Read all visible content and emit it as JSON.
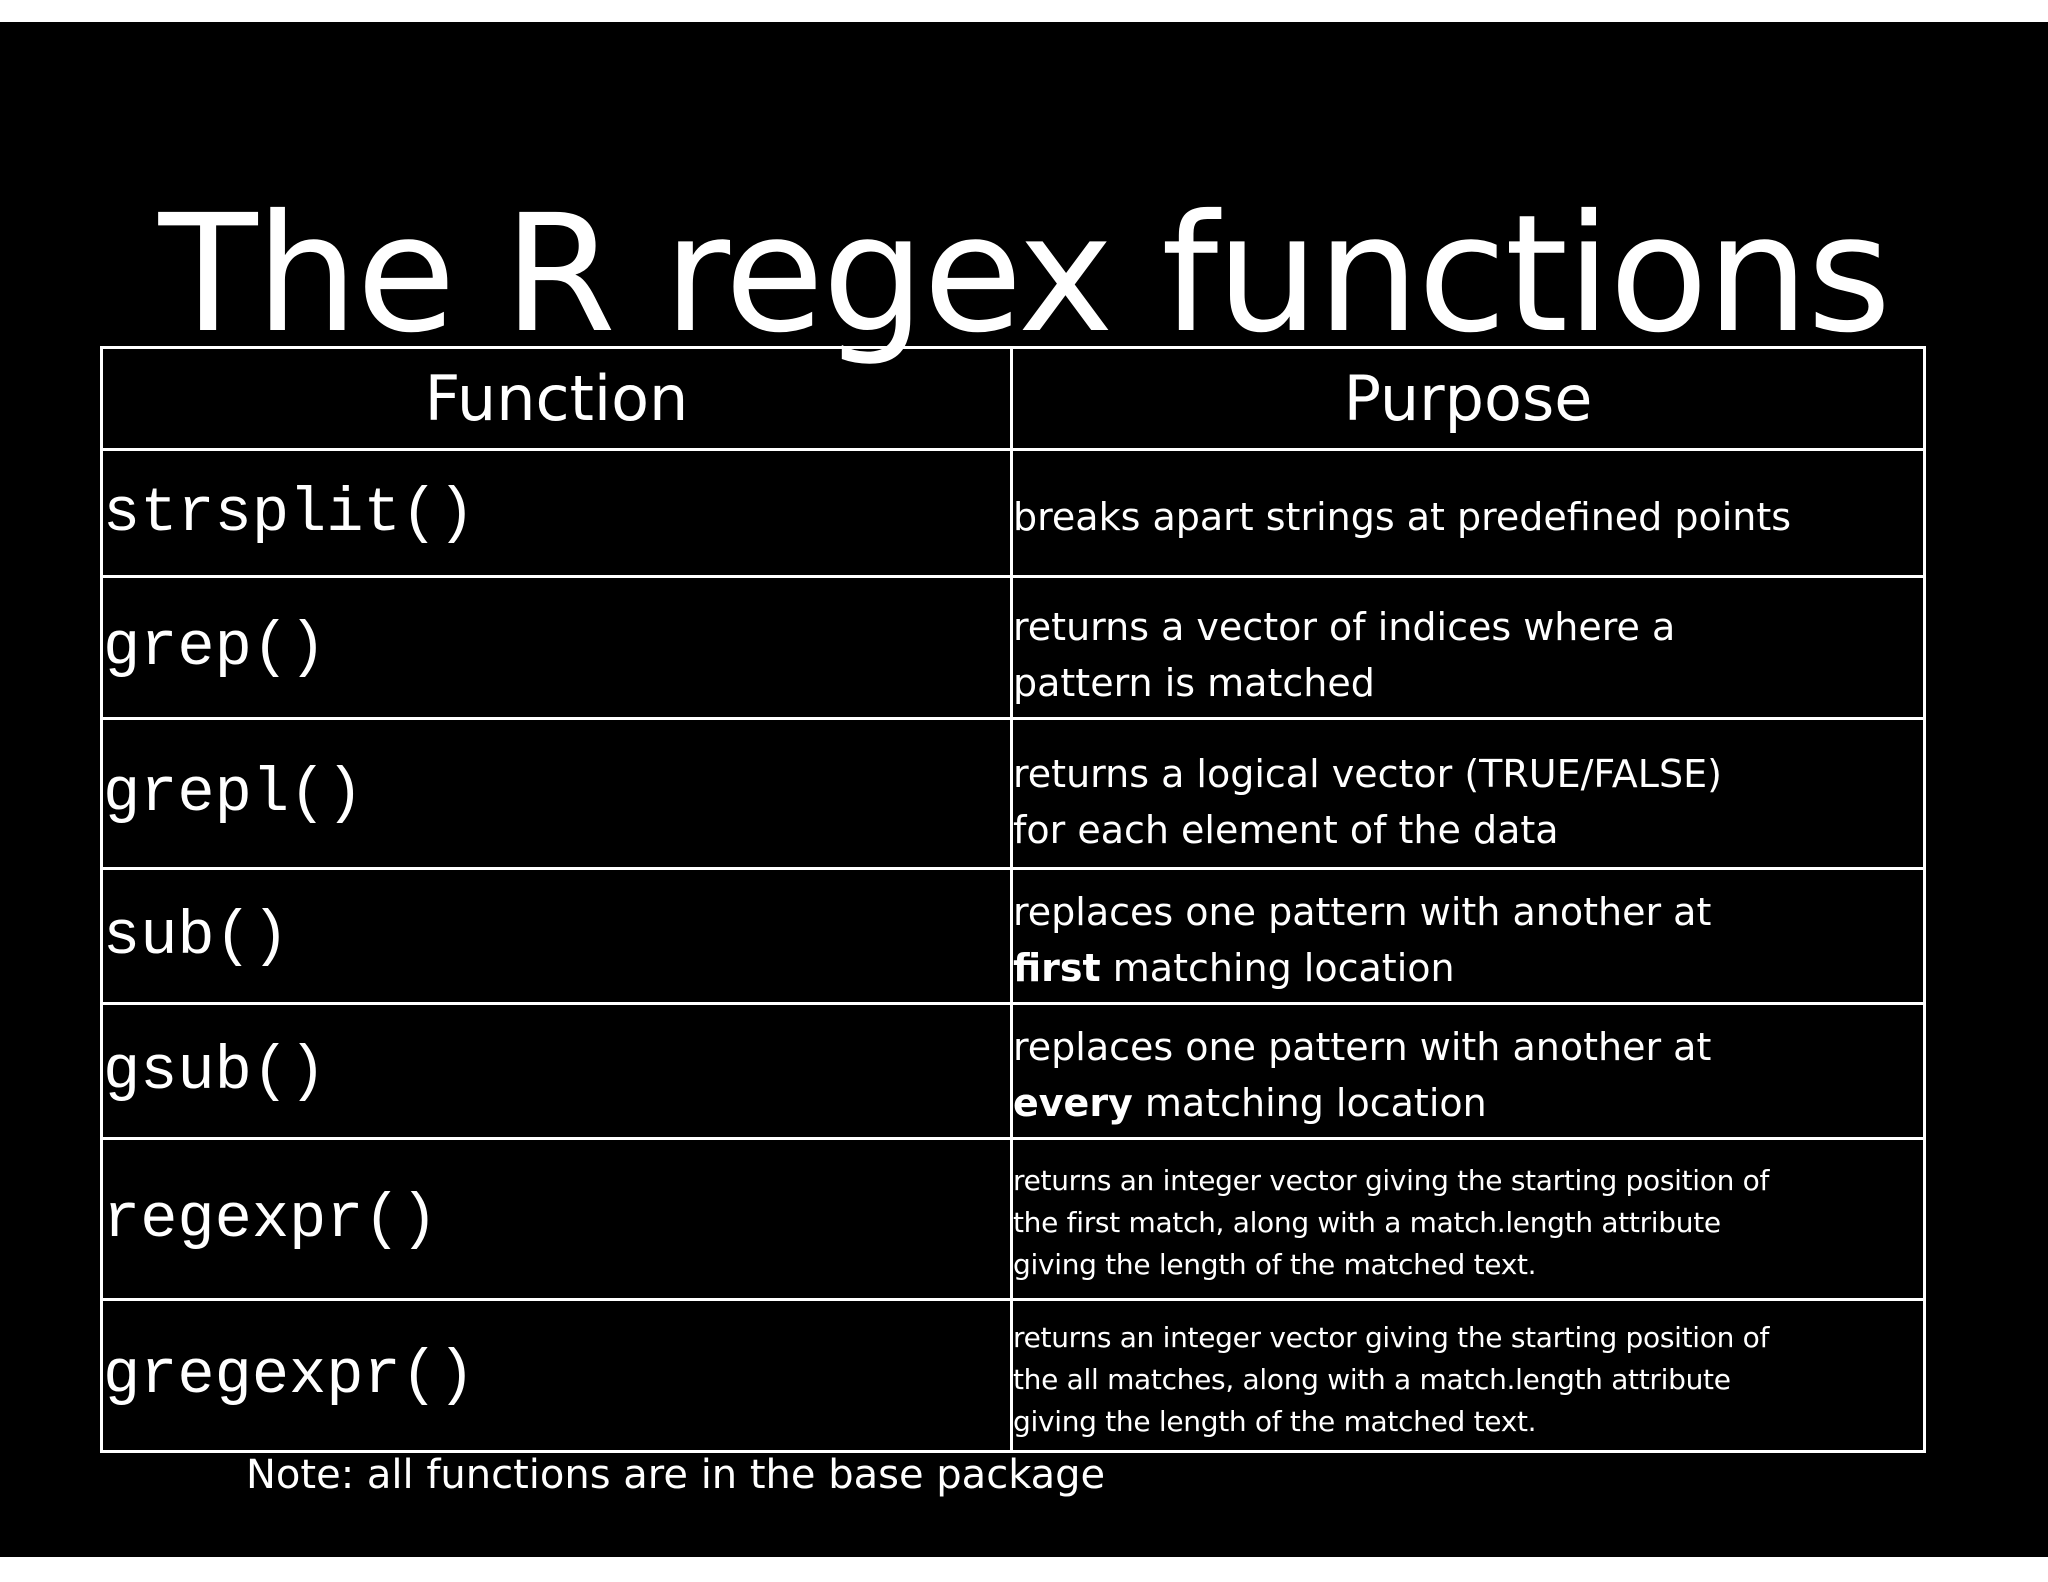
{
  "title": "The R regex functions",
  "table": {
    "headers": {
      "function": "Function",
      "purpose": "Purpose"
    },
    "rows": [
      {
        "function": "strsplit()",
        "purpose": "breaks apart strings at predefined points"
      },
      {
        "function": "grep()",
        "purpose_l1": "returns a vector of indices where a",
        "purpose_l2": "pattern is matched"
      },
      {
        "function": "grepl()",
        "purpose_l1": "returns a logical vector (TRUE/FALSE)",
        "purpose_l2": "for each element of the data"
      },
      {
        "function": "sub()",
        "purpose_l1": "replaces one pattern with another at",
        "purpose_bold": "first",
        "purpose_l2": " matching location"
      },
      {
        "function": "gsub()",
        "purpose_l1": "replaces one pattern with another at",
        "purpose_bold": "every",
        "purpose_l2": " matching location"
      },
      {
        "function": "regexpr()",
        "purpose_l1": "returns an integer vector giving the starting position of",
        "purpose_l2": "the first match, along with a match.length attribute",
        "purpose_l3": "giving the length of the matched text."
      },
      {
        "function": "gregexpr()",
        "purpose_l1": "returns an integer vector giving the starting position of",
        "purpose_l2": "the all matches, along with a match.length attribute",
        "purpose_l3": "giving the length of the matched text."
      }
    ]
  },
  "note": "Note: all functions are in the base package",
  "colors": {
    "background": "#000000",
    "text": "#ffffff",
    "border": "#ffffff",
    "page": "#ffffff"
  }
}
